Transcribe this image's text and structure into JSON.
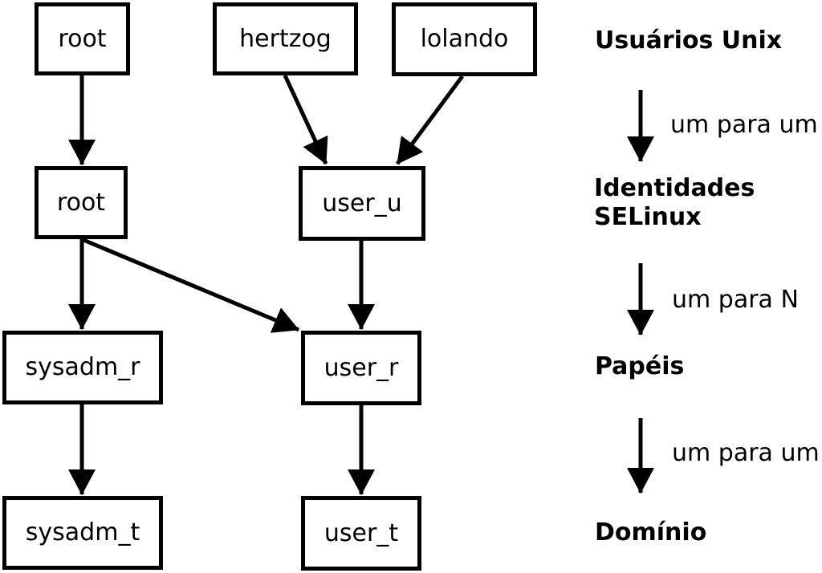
{
  "diagram": {
    "title_hint": "SELinux mapping of Unix users to identities, roles and domains",
    "colors": {
      "foreground": "#000000",
      "background": "#ffffff"
    },
    "boxes": [
      {
        "id": "unix-root",
        "label": "root"
      },
      {
        "id": "unix-hertzog",
        "label": "hertzog"
      },
      {
        "id": "unix-lolando",
        "label": "lolando"
      },
      {
        "id": "selinux-root",
        "label": "root"
      },
      {
        "id": "selinux-user-u",
        "label": "user_u"
      },
      {
        "id": "role-sysadm-r",
        "label": "sysadm_r"
      },
      {
        "id": "role-user-r",
        "label": "user_r"
      },
      {
        "id": "domain-sysadm-t",
        "label": "sysadm_t"
      },
      {
        "id": "domain-user-t",
        "label": "user_t"
      }
    ],
    "legend": {
      "unix_users": "Usuários Unix",
      "one_to_one_1": "um para um",
      "identities_line1": "Identidades",
      "identities_line2": "SELinux",
      "one_to_n": "um para N",
      "roles": "Papéis",
      "one_to_one_2": "um para um",
      "domain": "Domínio"
    }
  }
}
